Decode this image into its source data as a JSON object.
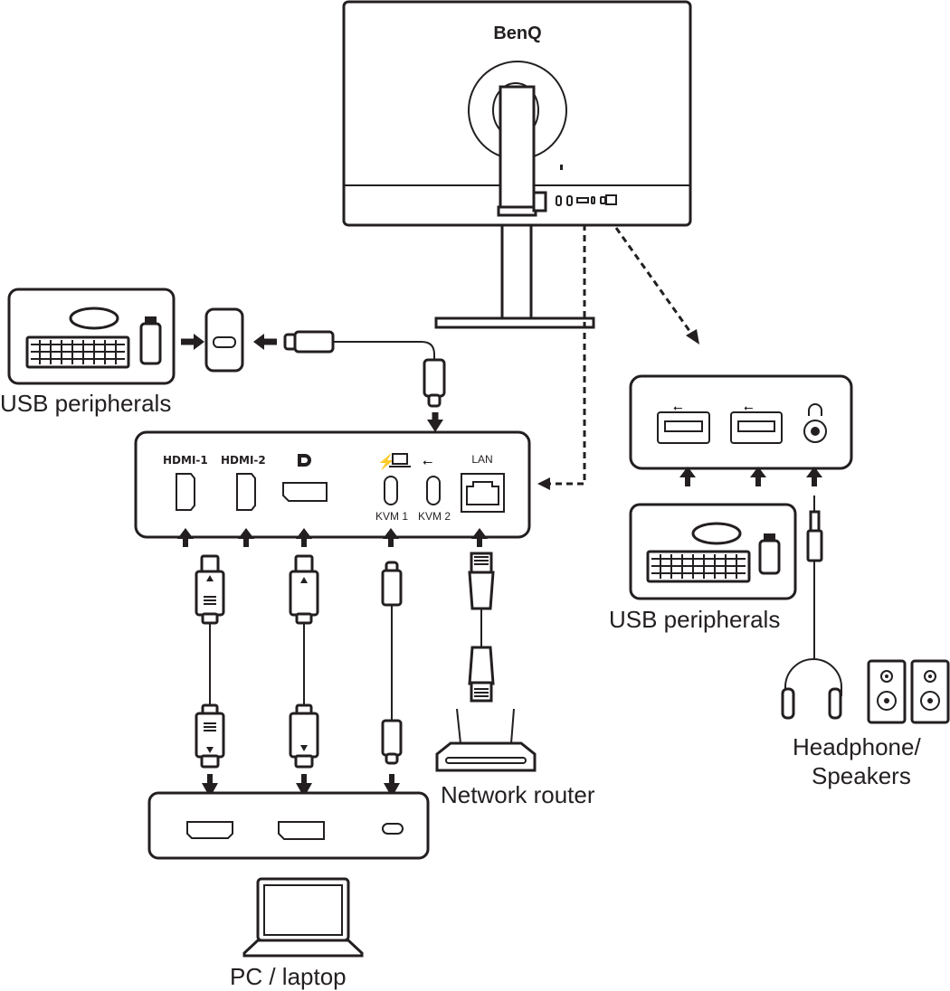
{
  "monitor": {
    "brand_logo": "BenQ"
  },
  "port_panel": {
    "hdmi1_label": "HDMI-1",
    "hdmi2_label": "HDMI-2",
    "kvm1_label": "KVM 1",
    "kvm2_label": "KVM 2",
    "lan_label": "LAN"
  },
  "labels": {
    "usb_peripherals_left": "USB peripherals",
    "usb_peripherals_right": "USB peripherals",
    "network_router": "Network router",
    "headphone": "Headphone/",
    "speakers": "Speakers",
    "pc_laptop": "PC / laptop"
  },
  "icons": [
    "keyboard-icon",
    "mouse-icon",
    "usb-dongle-icon",
    "usb-c-port-icon",
    "hdmi-port-icon",
    "displayport-icon",
    "lan-port-icon",
    "usb-a-port-icon",
    "audio-jack-icon",
    "headphone-icon",
    "speaker-icon",
    "laptop-icon",
    "router-icon",
    "arrow-icon"
  ],
  "colors": {
    "ink": "#231f20",
    "background": "#ffffff"
  }
}
